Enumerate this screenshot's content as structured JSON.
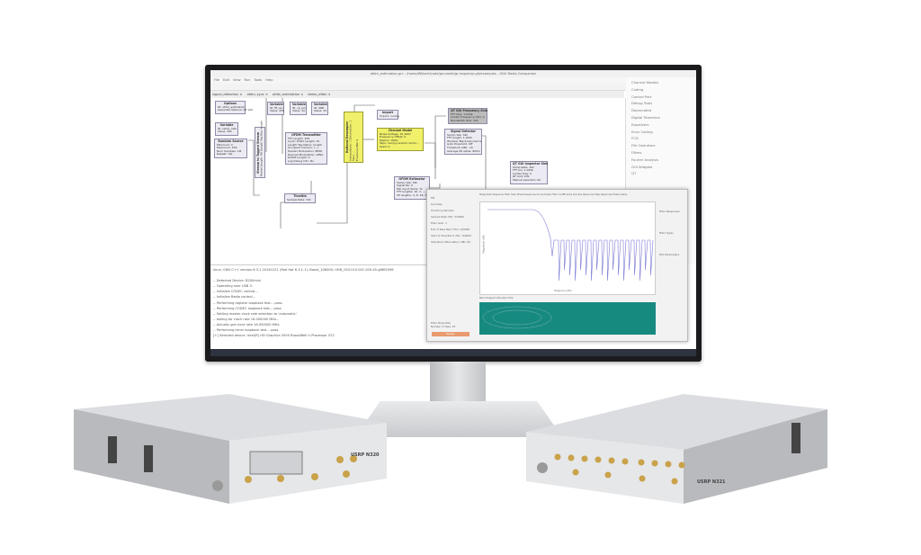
{
  "window": {
    "title": "ofdm_estimation.grc - /home/Wilbert/code/gnuradio/gr-inspector-git/examples - GNU Radio Companion"
  },
  "menu": [
    "File",
    "Edit",
    "View",
    "Run",
    "Tools",
    "Help"
  ],
  "tabs": [
    "signal_detection ×",
    "ofdm_sync ×",
    "ofdm_estimation ×",
    "demo_ofdm ×"
  ],
  "blocks": [
    {
      "title": "Options",
      "lines": [
        "ID: ofdm_estimation",
        "Generate Options: QT GUI"
      ]
    },
    {
      "title": "Variable",
      "lines": [
        "ID: fft_len",
        "Value: 256"
      ]
    },
    {
      "title": "Variable",
      "lines": [
        "ID: cp_len",
        "Value: 32"
      ]
    },
    {
      "title": "Variable",
      "lines": [
        "ID: SNR",
        "Value: 15"
      ]
    },
    {
      "title": "Variable",
      "lines": [
        "ID: samp_rate",
        "Value: 32k"
      ]
    },
    {
      "title": "Random Source",
      "lines": [
        "Minimum: 0",
        "Maximum: 256",
        "Num Samples: 1M",
        "Repeat: Yes"
      ]
    },
    {
      "title": "Stream to Tagged Stream",
      "lines": [
        "Packet Length: 96",
        "Length Tag Key: length"
      ]
    },
    {
      "title": "OFDM Transmitter",
      "lines": [
        "FFT Length: 256",
        "Cyclic Prefix Length: 32",
        "Length Tag Name: length",
        "Occupied Carriers: (...)",
        "Header Modulation: BPSK",
        "Payload Modulation: QPSK",
        "Rolloff Length: 0",
        "Log Debug Info: No"
      ]
    },
    {
      "title": "Throttle",
      "lines": [
        "Sample Rate: 32k"
      ]
    },
    {
      "title": "Rational Resampler",
      "lines": [
        "Interpolation: 1",
        "Decimation: 1",
        "Taps: ...",
        "Fractional BW: 0"
      ]
    },
    {
      "title": "Import",
      "lines": [
        "Import: numpy"
      ]
    },
    {
      "title": "Channel Model",
      "lines": [
        "Noise Voltage: 15.1667",
        "Frequency Offset: 0",
        "Epsilon: 0000",
        "Taps: numpy.random.randn...",
        "Seed: 0"
      ]
    },
    {
      "title": "QT GUI Frequency Sink",
      "lines": [
        "FFT Size: 1.024k",
        "Center Frequency (Hz): 0",
        "Bandwidth (Hz): 32k"
      ]
    },
    {
      "title": "Signal Detector",
      "lines": [
        "Samp rate: 32k",
        "FFT length: 1.024k",
        "Window: Blackman-harris",
        "Auto threshold: Off",
        "Threshold (dB): -15",
        "Average IIR alpha: 800m"
      ]
    },
    {
      "title": "QT GUI Inspector Sink",
      "lines": [
        "Samp Rate: 32k",
        "FFT len: 1.024k",
        "Center freq: 0",
        "RF Unit: kHz",
        "Manual selection: No"
      ]
    },
    {
      "title": "OFDM Estimator",
      "lines": [
        "Samp rate: 32k",
        "Signal No: 0",
        "Min input items: 7k",
        "FFT lengths: 16, 3, ...",
        "CP lengths: 4, 8, 16, 32"
      ]
    }
  ],
  "block_tree": [
    "Channel Models",
    "Coding",
    "Control Port",
    "Debug Tools",
    "Deprecated",
    "Digital Television",
    "Equalizers",
    "Error Coding",
    "FCD",
    "File Operators",
    "Filters",
    "Fourier Analysis",
    "GUI Widgets",
    "QT"
  ],
  "console": [
    "linux; GNU C++ version 6.3.1 20161221 (Red Hat 6.3.1-1); Boost_106000; UHD_003.010.001.000-45-g86f2096",
    "",
    "-- Detected Device: B200mini",
    "-- Operating over USB 3.",
    "-- Initialize CODEC control...",
    "-- Initialize Radio control...",
    "-- Performing register loopback test... pass",
    "-- Performing CODEC loopback test... pass",
    "-- Setting master clock rate selection to 'automatic'.",
    "-- Asking for clock rate 16.000000 MHz...",
    "-- Actually got clock rate 16.000000 MHz.",
    "-- Performing timer loopback test... pass",
    "[+] Selected device: Intel(R) HD Graphics 5500 BroadWell U-Processor GT2"
  ],
  "filter_window": {
    "tabs": [
      "Magnitude Response",
      "Filter Taps",
      "Phase Response",
      "Group Delay",
      "Filter Coefficients",
      "Impulse Response",
      "Step Response",
      "Phase Delay"
    ],
    "left_fields": [
      "FIR",
      "Low Pass",
      "Hamming Window",
      "Sample Rate (Hz): 320000",
      "Filter Gain: 1",
      "End of Pass Band (Hz): 100000",
      "Start of Stop Band (Hz): 150000",
      "Stop Band Attenuation (dB): 60"
    ],
    "filter_props": [
      "Filter Properties",
      "Number of Taps: 25"
    ],
    "design_label": "Design",
    "right_panel": [
      "Filter Responses",
      "Filter Types",
      "Plot Parameters"
    ],
    "bottom_tabs": [
      "Band Diagram",
      "Pole-Zero Plot"
    ],
    "xlabel": "Frequency (Hz)",
    "ylabel": "Magnitude (dB)",
    "colors": {
      "response": "#7b7bd6",
      "pz_bg": "#178a80",
      "design": "#e99a6e"
    }
  },
  "devices": [
    {
      "label": "USRP N320"
    },
    {
      "label": "USRP N321"
    }
  ]
}
